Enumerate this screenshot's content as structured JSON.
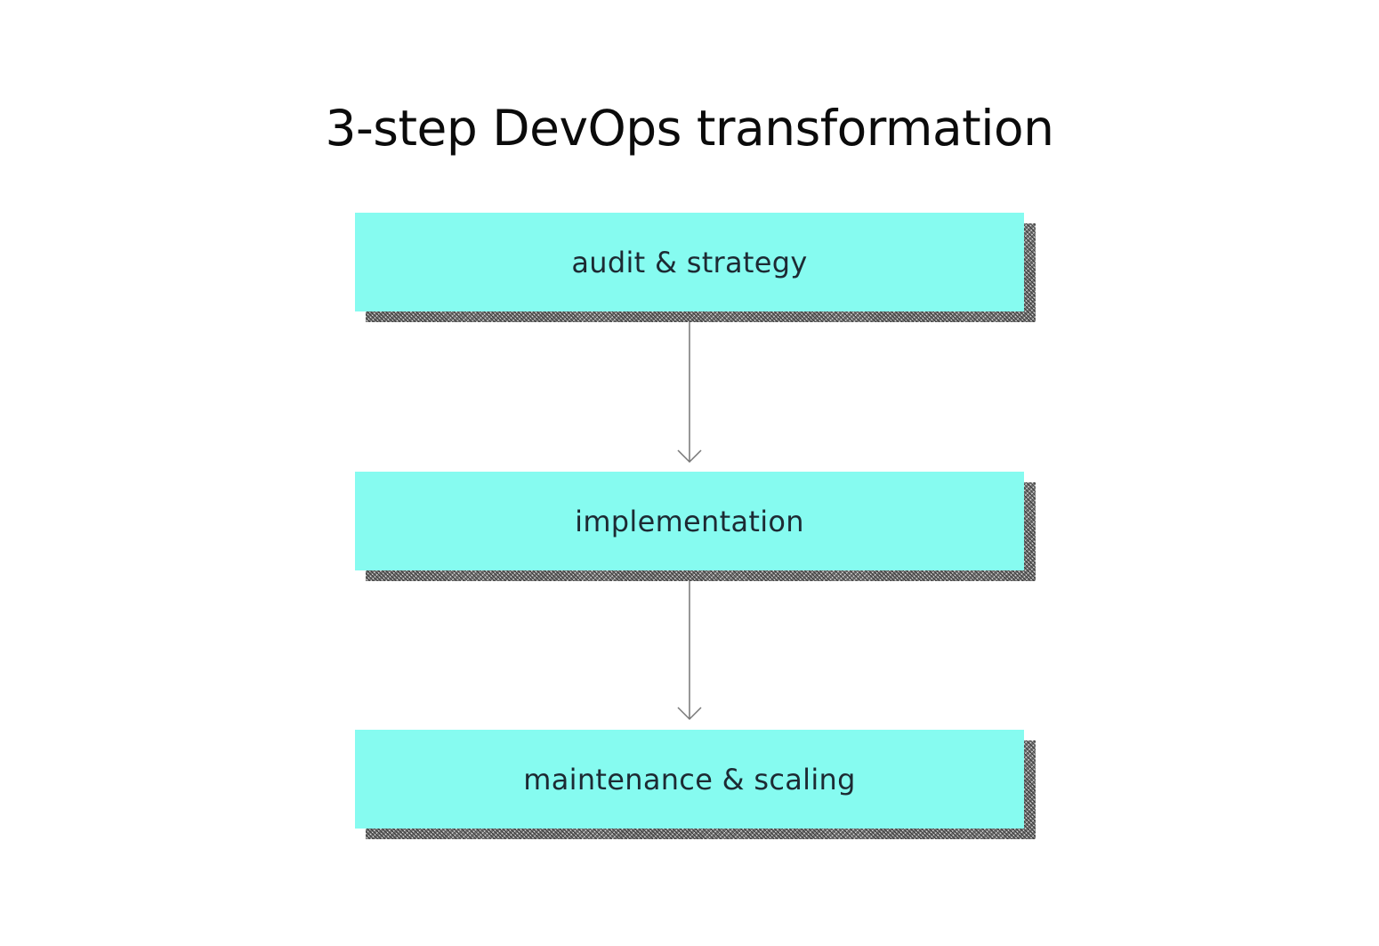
{
  "title": "3-step DevOps transformation",
  "steps": [
    {
      "label": "audit & strategy"
    },
    {
      "label": "implementation"
    },
    {
      "label": "maintenance & scaling"
    }
  ],
  "colors": {
    "box_fill": "#86fbf0",
    "label_text": "#1d2a33",
    "title_text": "#0b0b0b",
    "arrow": "#777777"
  }
}
